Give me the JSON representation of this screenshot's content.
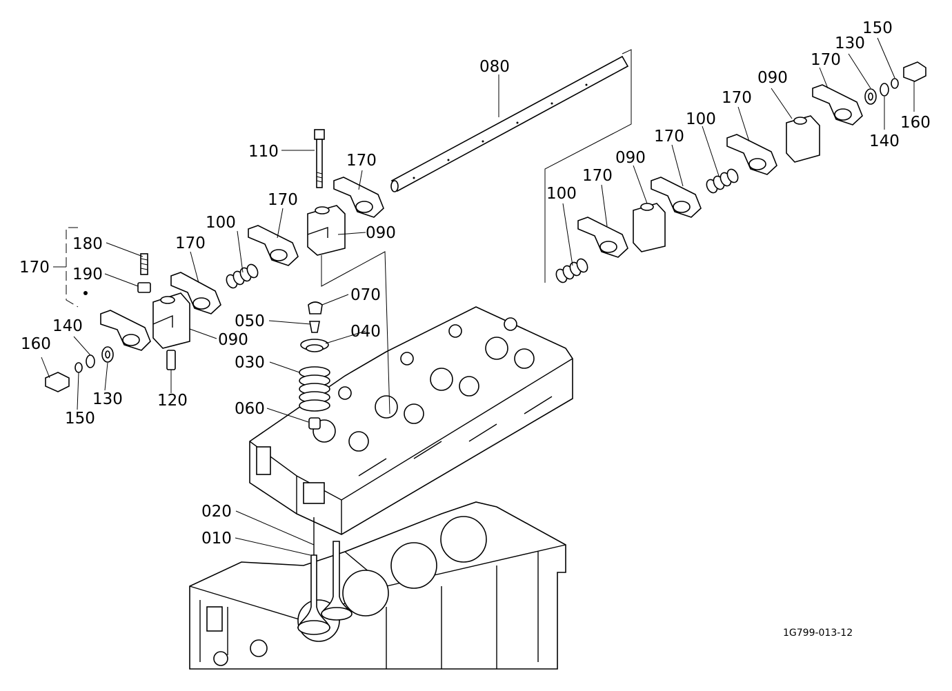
{
  "figure_code": "1G799-013-12",
  "callouts": [
    "010",
    "020",
    "030",
    "040",
    "050",
    "060",
    "070",
    "080",
    "090",
    "100",
    "110",
    "120",
    "130",
    "140",
    "150",
    "160",
    "170",
    "180",
    "190"
  ],
  "drawing": {
    "subject": "cylinder head valve train exploded view",
    "parts": [
      "valve",
      "valve",
      "valve spring",
      "spring retainer",
      "valve collet",
      "valve stem seal",
      "valve cap",
      "rocker shaft",
      "rocker bracket",
      "spring",
      "bolt",
      "pin",
      "washer",
      "spring washer",
      "ring",
      "plug",
      "rocker arm",
      "adjusting screw",
      "nut"
    ]
  }
}
